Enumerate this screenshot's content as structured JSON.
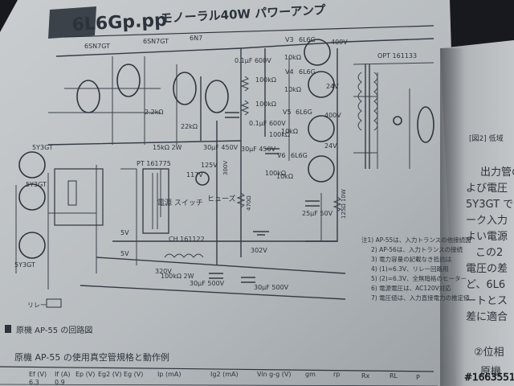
{
  "book": {
    "header_title": "6L6Gp.pp",
    "header_subtitle": "モノーラル40W パワーアンプ",
    "figure_caption": "原機 AP-55 の回路図",
    "table_title": "原機 AP-55 の使用真空管規格と動作例",
    "table_headers": [
      "Ef (V)",
      "If (A)",
      "Ep (V)",
      "Eg2 (V)",
      "Eg (V)",
      "Ip (mA)",
      "Ig2 (mA)",
      "Vin g-g (V)",
      "gm",
      "rp",
      "Rx",
      "RL",
      "P"
    ],
    "first_row_values": [
      "6.3",
      "0.9"
    ]
  },
  "schematic_labels": {
    "input_tubes": [
      "6SN7GT",
      "6SN7GT",
      "6N7"
    ],
    "output_tubes": [
      "6L6G",
      "6L6G",
      "6L6G",
      "6L6G"
    ],
    "tube_refs": [
      "V3",
      "V4",
      "V5",
      "V6"
    ],
    "rectifiers": [
      "5Y3GT",
      "5Y3GT",
      "5Y3GT"
    ],
    "transformer_power": "PT 161775",
    "transformer_output": "OPT 161133",
    "choke": "CH 161122",
    "switch_label": "電源\nスイッチ",
    "fuse_label": "ヒューズ",
    "relay_label": "リレー",
    "voltages": [
      "125V",
      "117V",
      "5V",
      "5V",
      "320V",
      "302V",
      "400V",
      "400V",
      "24V",
      "24V",
      "300V",
      "470Ω"
    ],
    "cap_labels": [
      "25μF 50V",
      "30μF 450V",
      "30μF 450V",
      "30μF 500V",
      "30μF 500V",
      "0.1μF 600V",
      "0.1μF 600V"
    ],
    "resistor_labels": [
      "100kΩ",
      "100kΩ",
      "100kΩ",
      "100kΩ",
      "10kΩ",
      "10kΩ",
      "10kΩ",
      "10kΩ",
      "15kΩ 2W",
      "100kΩ 2W",
      "125Ω 10W",
      "22kΩ",
      "2.2kΩ"
    ]
  },
  "notes": [
    "注1) AP-55は、入力トランスの他接続図",
    "2) AP-56は、入力トランスの接続",
    "3) 電力容量の記載なき抵抗は",
    "4) (1)=6.3V、リレー回路用",
    "5) (2)=6.3V、全無暗格のヒーター",
    "6) 電源電圧は、AC120V対応",
    "7) 電圧値は、入力直接電力の推定値"
  ],
  "right_page": {
    "fig_label": "[図2] 低域",
    "paragraphs": [
      "出力管の",
      "よび電圧",
      "5Y3GT で",
      "ーク入力",
      "よい電源",
      "この2",
      "電圧の差",
      "ど、6L6",
      "ートとス",
      "差に適合",
      "②位相",
      "原機"
    ]
  },
  "watermark": "#1663551",
  "colors": {
    "page": "#bfc4c6",
    "ink": "#2d333c",
    "background": "#17191f"
  }
}
